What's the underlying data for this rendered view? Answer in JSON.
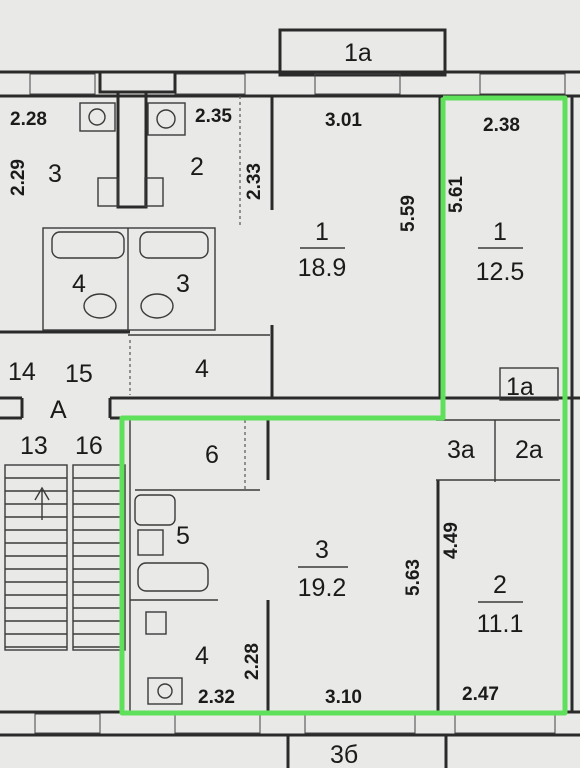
{
  "highlight_color": "#5fe05a",
  "rooms": {
    "room_1a_top": "1a",
    "room_3_left": "3",
    "room_2_left": "2",
    "room_4_bath": "4",
    "room_3_bath": "3",
    "room_14": "14",
    "room_15": "15",
    "room_4_hall": "4",
    "stair_a": "A",
    "room_13": "13",
    "room_16": "16",
    "room_6": "6",
    "room_5": "5",
    "room_4_kitchen": "4",
    "room_1_center": "1",
    "room_1_center_area": "18.9",
    "room_3_center": "3",
    "room_3_center_area": "19.2",
    "room_1_right": "1",
    "room_1_right_area": "12.5",
    "room_1a_right": "1a",
    "room_3a": "3a",
    "room_2a": "2a",
    "room_2_right": "2",
    "room_2_right_area": "11.1",
    "room_3b_bottom": "3б"
  },
  "dimensions": {
    "d_228_top": "2.28",
    "d_235": "2.35",
    "d_301": "3.01",
    "d_238": "2.38",
    "d_229": "2.29",
    "d_233": "2.33",
    "d_559": "5.59",
    "d_561": "5.61",
    "d_563": "5.63",
    "d_449": "4.49",
    "d_228_bottom": "2.28",
    "d_232": "2.32",
    "d_310": "3.10",
    "d_247": "2.47"
  }
}
